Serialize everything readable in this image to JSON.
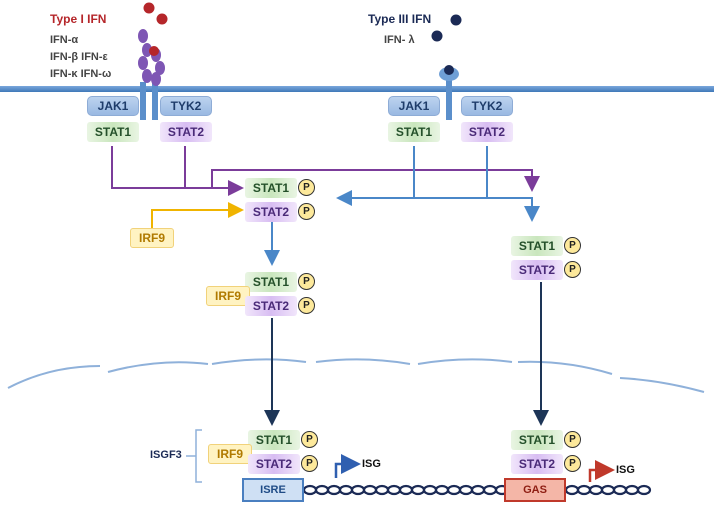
{
  "type1": {
    "title": "Type I IFN",
    "line1": "IFN-α",
    "line2": "IFN-β IFN-ε",
    "line3": "IFN-κ IFN-ω"
  },
  "type3": {
    "title": "Type III IFN",
    "line1": "IFN- λ"
  },
  "labels": {
    "jak1": "JAK1",
    "tyk2": "TYK2",
    "stat1": "STAT1",
    "stat2": "STAT2",
    "irf9": "IRF9",
    "p": "P",
    "isgf3": "ISGF3",
    "isre": "ISRE",
    "gas": "GAS",
    "isg": "ISG"
  },
  "colors": {
    "type1_title": "#b5262a",
    "type3_title": "#1b2a55",
    "membrane": "#5b8fcb",
    "purple_arrow": "#7b3c9a",
    "blue_arrow": "#4a87c8",
    "yellow_arrow": "#f0b400",
    "dark_arrow": "#1d3557",
    "dna": "#1b2a55",
    "red_ligand": "#b5262a",
    "navy_ligand": "#1b2a55"
  }
}
